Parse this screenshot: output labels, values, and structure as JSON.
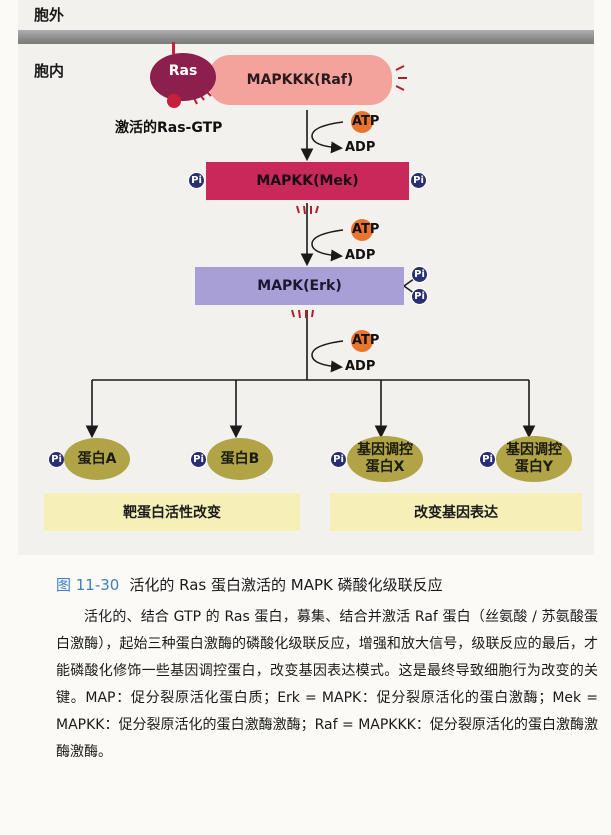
{
  "diagram": {
    "outside_label": "胞外",
    "inside_label": "胞内",
    "ras_label": "Ras",
    "raf_label": "MAPKKK(Raf)",
    "active_ras_label": "激活的Ras-GTP",
    "mek_label": "MAPKK(Mek)",
    "erk_label": "MAPK(Erk)",
    "pi_label": "Pi",
    "atp_label": "ATP",
    "adp_label": "ADP",
    "targets": [
      {
        "line1": "蛋白A",
        "line2": ""
      },
      {
        "line1": "蛋白B",
        "line2": ""
      },
      {
        "line1": "基因调控",
        "line2": "蛋白X"
      },
      {
        "line1": "基因调控",
        "line2": "蛋白Y"
      }
    ],
    "band_left": "靶蛋白活性改变",
    "band_right": "改变基因表达"
  },
  "caption": {
    "number": "图 11-30",
    "title": "活化的 Ras 蛋白激活的 MAPK 磷酸化级联反应"
  },
  "body_text": "活化的、结合 GTP 的 Ras 蛋白，募集、结合并激活 Raf 蛋白（丝氨酸 / 苏氨酸蛋白激酶），起始三种蛋白激酶的磷酸化级联反应，增强和放大信号，级联反应的最后，才能磷酸化修饰一些基因调控蛋白，改变基因表达模式。这是最终导致细胞行为改变的关键。MAP：促分裂原活化蛋白质；Erk = MAPK：促分裂原活化的蛋白激酶；Mek = MAPKK：促分裂原活化的蛋白激酶激酶；Raf = MAPKKK：促分裂原活化的蛋白激酶激酶激酶。",
  "colors": {
    "ras": "#8c1f4b",
    "raf": "#f3a29c",
    "mek": "#c8285a",
    "erk": "#a89fd6",
    "target": "#b0a447",
    "pi": "#2a2e72",
    "atp_circle": "#e8742e",
    "band": "#f6f0b8",
    "caption_number": "#3d7fbf"
  }
}
